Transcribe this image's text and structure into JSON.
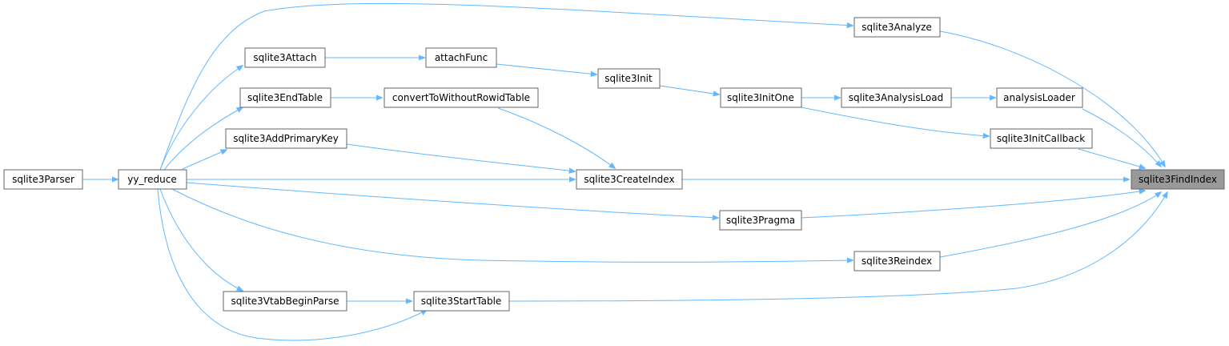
{
  "diagram": {
    "nodes": {
      "sqlite3Parser": "sqlite3Parser",
      "yy_reduce": "yy_reduce",
      "sqlite3Attach": "sqlite3Attach",
      "sqlite3EndTable": "sqlite3EndTable",
      "sqlite3AddPrimaryKey": "sqlite3AddPrimaryKey",
      "sqlite3VtabBeginParse": "sqlite3VtabBeginParse",
      "attachFunc": "attachFunc",
      "convertToWithoutRowidTable": "convertToWithoutRowidTable",
      "sqlite3StartTable": "sqlite3StartTable",
      "sqlite3CreateIndex": "sqlite3CreateIndex",
      "sqlite3Init": "sqlite3Init",
      "sqlite3InitOne": "sqlite3InitOne",
      "sqlite3Pragma": "sqlite3Pragma",
      "sqlite3Analyze": "sqlite3Analyze",
      "sqlite3AnalysisLoad": "sqlite3AnalysisLoad",
      "sqlite3Reindex": "sqlite3Reindex",
      "analysisLoader": "analysisLoader",
      "sqlite3InitCallback": "sqlite3InitCallback",
      "sqlite3FindIndex": "sqlite3FindIndex"
    },
    "focus_node": "sqlite3FindIndex",
    "edge_color": "#63b8ff",
    "focus_fill": "#999999"
  }
}
